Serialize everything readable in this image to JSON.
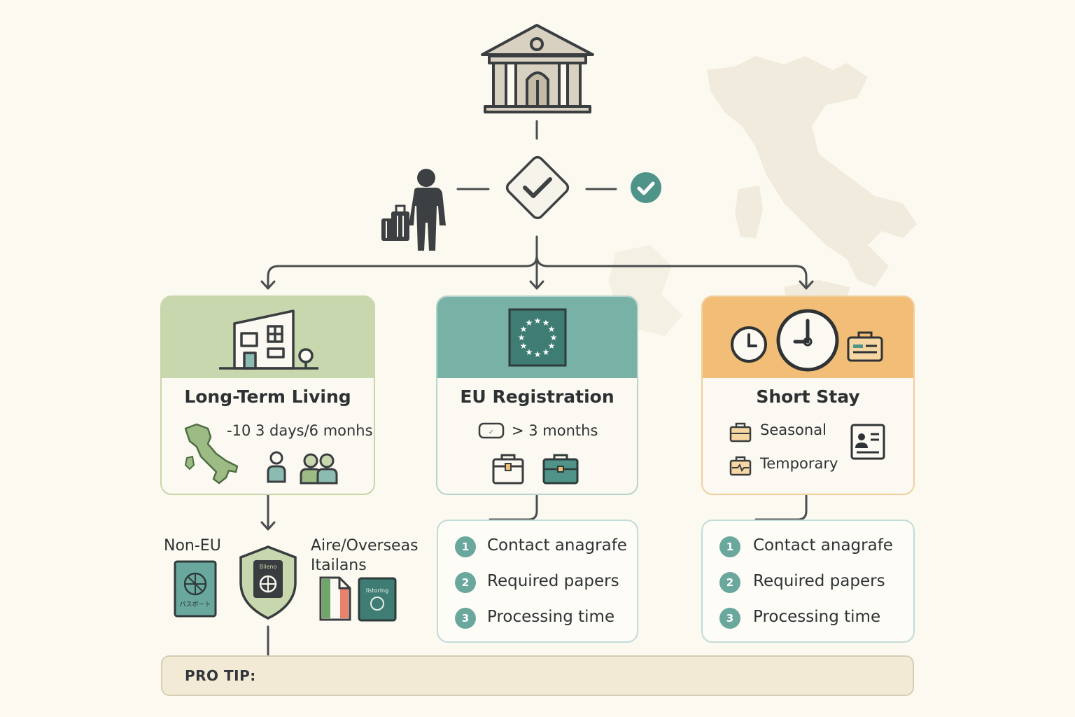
{
  "colors": {
    "background": "#fcfaf0",
    "green_header": "#c8d7ae",
    "teal_header": "#78b2a6",
    "orange_header": "#f2bd76",
    "teal_accent": "#4f9389",
    "line": "#4a4d4f"
  },
  "icons": {
    "top": "town-hall-icon",
    "traveler": "traveler-with-luggage-icon",
    "decision": "checkmark-diamond-icon",
    "approved": "check-circle-icon"
  },
  "cards": {
    "long_term": {
      "title": "Long-Term Living",
      "duration": "-10 3 days/6 monhs",
      "icons": [
        "house-icon",
        "italy-map-icon",
        "person-icon",
        "couple-icon"
      ]
    },
    "eu": {
      "title": "EU Registration",
      "duration": "> 3 months",
      "icons": [
        "eu-flag-icon",
        "calendar-icon",
        "briefcase-icon",
        "suitcase-icon"
      ]
    },
    "short": {
      "title": "Short Stay",
      "items": [
        "Seasonal",
        "Temporary"
      ],
      "icons": [
        "clock-icon",
        "large-clock-icon",
        "id-card-icon",
        "small-suitcase-icon"
      ]
    }
  },
  "long_term_branch": {
    "non_eu_label": "Non-EU",
    "aire_label_line1": "Aire/Overseas",
    "aire_label_line2": "Itailans",
    "passport_text": "パスポート",
    "shield_text": "Bileno",
    "booklet_text": "listoring"
  },
  "eu_steps": [
    {
      "num": "1",
      "label": "Contact anagrafe"
    },
    {
      "num": "2",
      "label": "Required papers"
    },
    {
      "num": "3",
      "label": "Processing time"
    }
  ],
  "short_steps": [
    {
      "num": "1",
      "label": "Contact anagrafe"
    },
    {
      "num": "2",
      "label": "Required papers"
    },
    {
      "num": "3",
      "label": "Processing time"
    }
  ],
  "pro_tip": {
    "label": "PRO TIP:"
  }
}
